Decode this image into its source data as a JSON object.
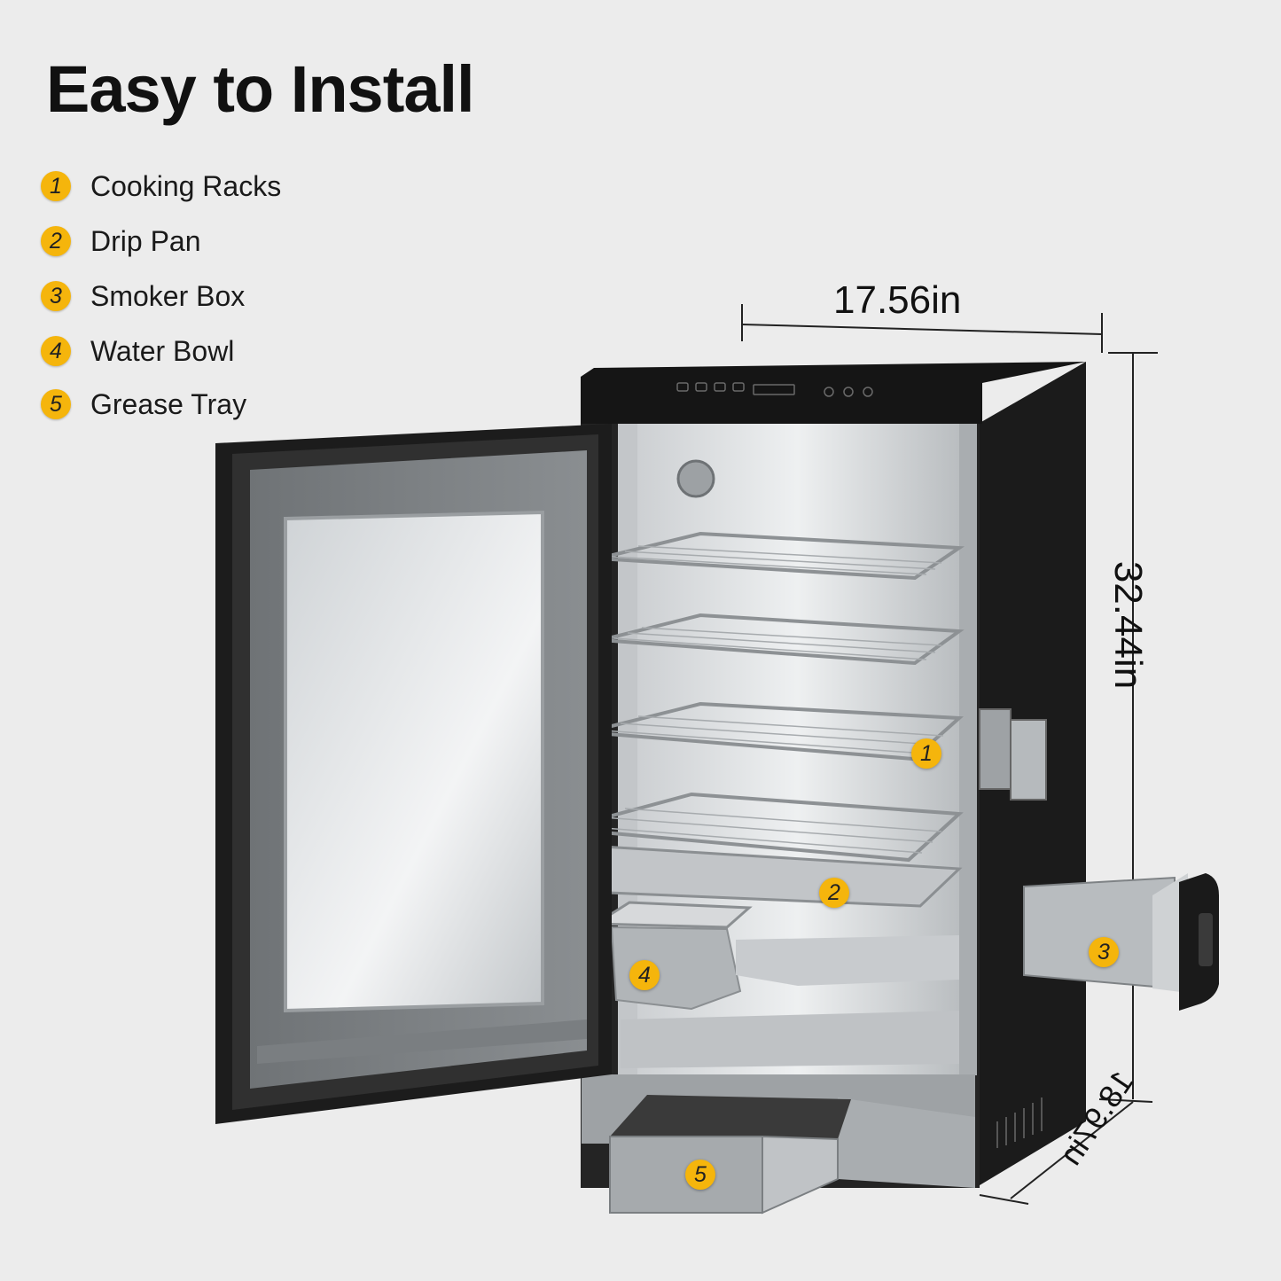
{
  "title": "Easy to Install",
  "parts": [
    {
      "number": "1",
      "label": "Cooking Racks"
    },
    {
      "number": "2",
      "label": "Drip Pan"
    },
    {
      "number": "3",
      "label": "Smoker Box"
    },
    {
      "number": "4",
      "label": "Water Bowl"
    },
    {
      "number": "5",
      "label": "Grease Tray"
    }
  ],
  "dimensions": {
    "width": "17.56in",
    "height": "32.44in",
    "depth": "18.97in"
  },
  "colors": {
    "accent": "#f5b50c",
    "body": "#1b1b1b",
    "steel": "#b8bcbf"
  }
}
